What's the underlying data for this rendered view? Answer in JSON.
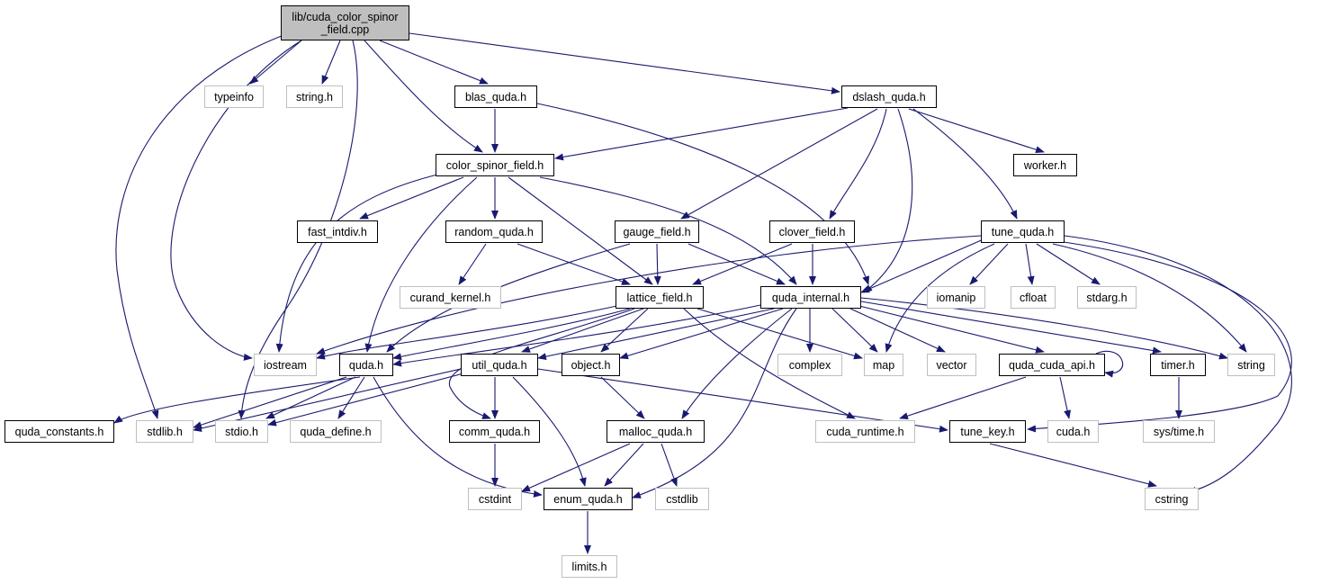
{
  "root": {
    "label_line1": "lib/cuda_color_spinor",
    "label_line2": "_field.cpp"
  },
  "nodes": {
    "typeinfo": "typeinfo",
    "string_h": "string.h",
    "blas_quda": "blas_quda.h",
    "dslash_quda": "dslash_quda.h",
    "color_spinor_field": "color_spinor_field.h",
    "worker": "worker.h",
    "fast_intdiv": "fast_intdiv.h",
    "random_quda": "random_quda.h",
    "gauge_field": "gauge_field.h",
    "clover_field": "clover_field.h",
    "tune_quda": "tune_quda.h",
    "curand_kernel": "curand_kernel.h",
    "lattice_field": "lattice_field.h",
    "quda_internal": "quda_internal.h",
    "iomanip": "iomanip",
    "cfloat": "cfloat",
    "stdarg": "stdarg.h",
    "iostream": "iostream",
    "quda_h": "quda.h",
    "util_quda": "util_quda.h",
    "object": "object.h",
    "complex": "complex",
    "map": "map",
    "vector": "vector",
    "quda_cuda_api": "quda_cuda_api.h",
    "timer": "timer.h",
    "string": "string",
    "quda_constants": "quda_constants.h",
    "stdlib": "stdlib.h",
    "stdio": "stdio.h",
    "quda_define": "quda_define.h",
    "comm_quda": "comm_quda.h",
    "malloc_quda": "malloc_quda.h",
    "cuda_runtime": "cuda_runtime.h",
    "tune_key": "tune_key.h",
    "cuda_h": "cuda.h",
    "sys_time": "sys/time.h",
    "cstdint": "cstdint",
    "enum_quda": "enum_quda.h",
    "cstdlib": "cstdlib",
    "cstring": "cstring",
    "limits": "limits.h"
  },
  "colors": {
    "edge": "#191970",
    "documented_border": "#000000",
    "external_border": "#bfbfbf",
    "root_fill": "#bfbfbf"
  }
}
